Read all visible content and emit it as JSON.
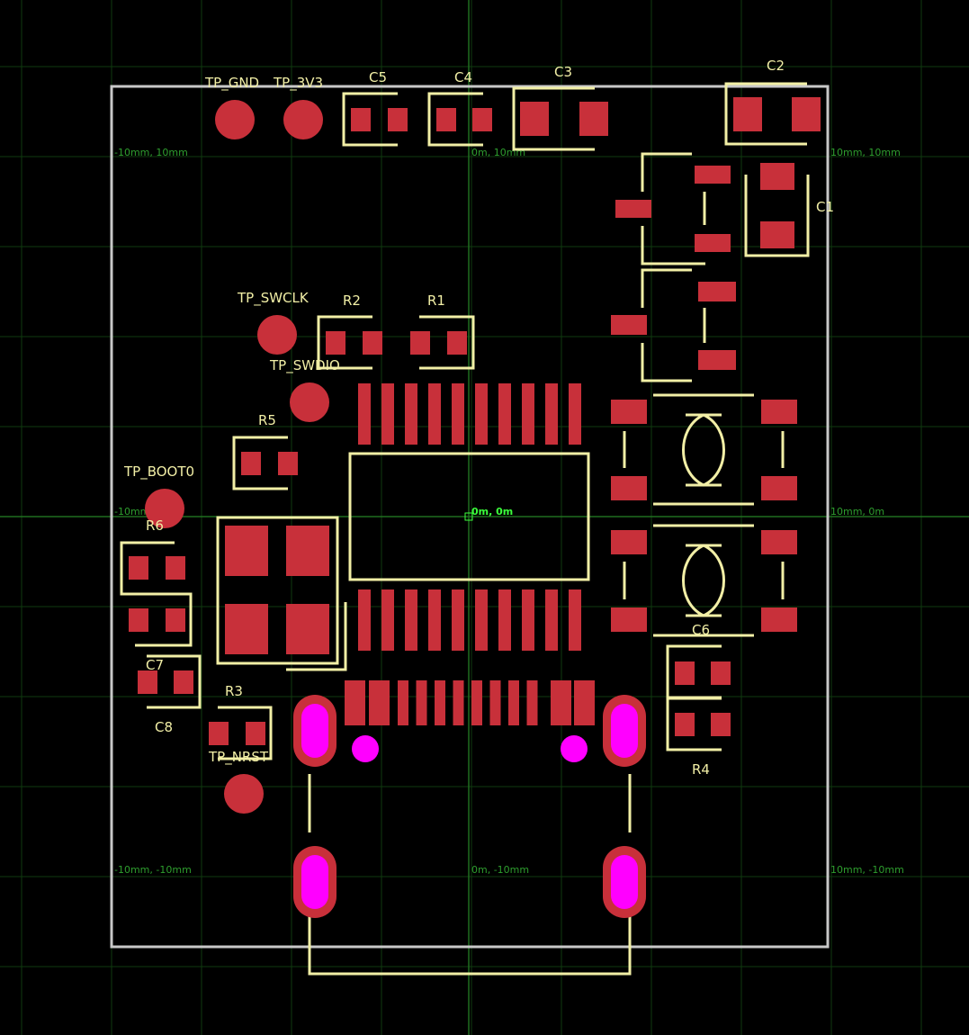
{
  "colors": {
    "background": "#000000",
    "grid": "#0f3a0f",
    "axis": "#1f6e1f",
    "copper_pad": "#c8303a",
    "silkscreen": "#f2efa6",
    "board_outline": "#c8c8c8",
    "plated_hole": "#ff00ff"
  },
  "coordinates": {
    "top_left": "-10mm, 10mm",
    "top_center": "0m, 10mm",
    "top_right": "10mm, 10mm",
    "mid_left": "-10mm",
    "origin": "0m, 0m",
    "mid_right": "10mm, 0m",
    "bottom_left": "-10mm, -10mm",
    "bottom_center": "0m, -10mm",
    "bottom_right": "10mm, -10mm"
  },
  "designators": {
    "tp_gnd": "TP_GND",
    "tp_3v3": "TP_3V3",
    "c5": "C5",
    "c4": "C4",
    "c3": "C3",
    "c2": "C2",
    "c1": "C1",
    "tp_swclk": "TP_SWCLK",
    "r2": "R2",
    "r1": "R1",
    "tp_swdio": "TP_SWDIO",
    "r5": "R5",
    "tp_boot0": "TP_BOOT0",
    "r6": "R6",
    "c6": "C6",
    "c7": "C7",
    "r3": "R3",
    "c8": "C8",
    "tp_nrst": "TP_NRST",
    "r4": "R4"
  }
}
